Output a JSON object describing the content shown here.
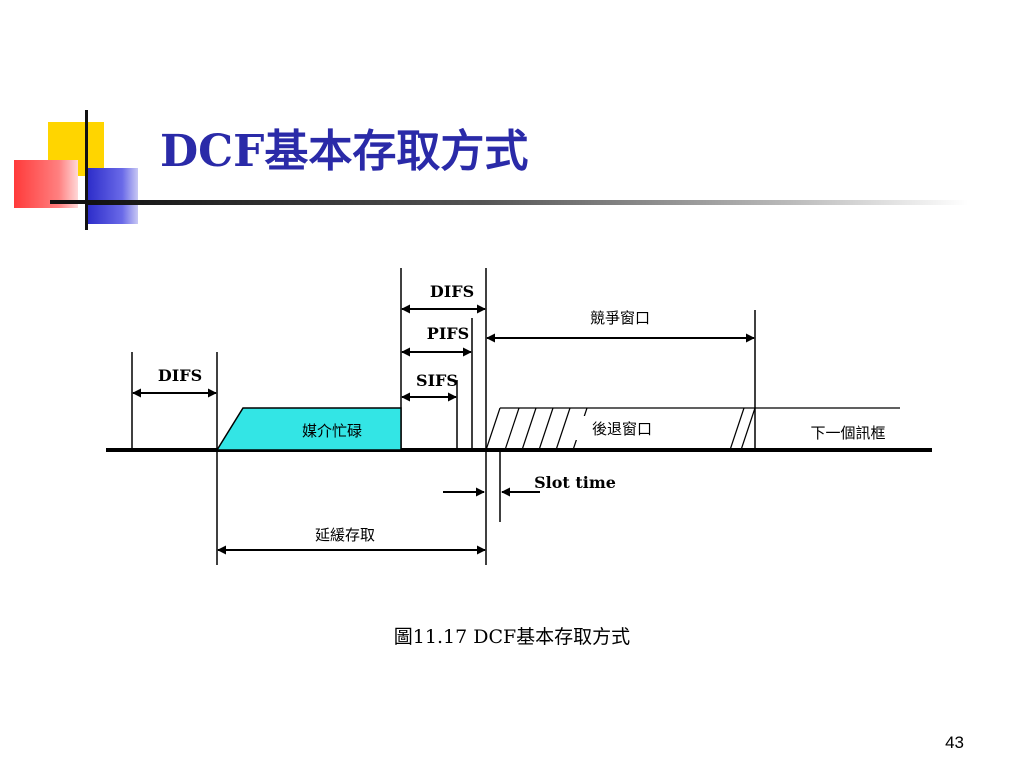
{
  "slide": {
    "title": "DCF基本存取方式",
    "caption": "圖11.17 DCF基本存取方式",
    "page_number": "43"
  },
  "diagram": {
    "difs_left": "DIFS",
    "difs_top": "DIFS",
    "pifs": "PIFS",
    "sifs": "SIFS",
    "contention_window": "競爭窗口",
    "medium_busy": "媒介忙碌",
    "backoff_window": "後退窗口",
    "next_frame": "下一個訊框",
    "slot_time": "Slot time",
    "defer_access": "延緩存取"
  },
  "colors": {
    "title": "#2a2aa8",
    "busy_fill": "#33e5e5",
    "deco_yellow": "#ffd500",
    "deco_blue": "#3a3ad0",
    "deco_red": "#ff4848"
  }
}
